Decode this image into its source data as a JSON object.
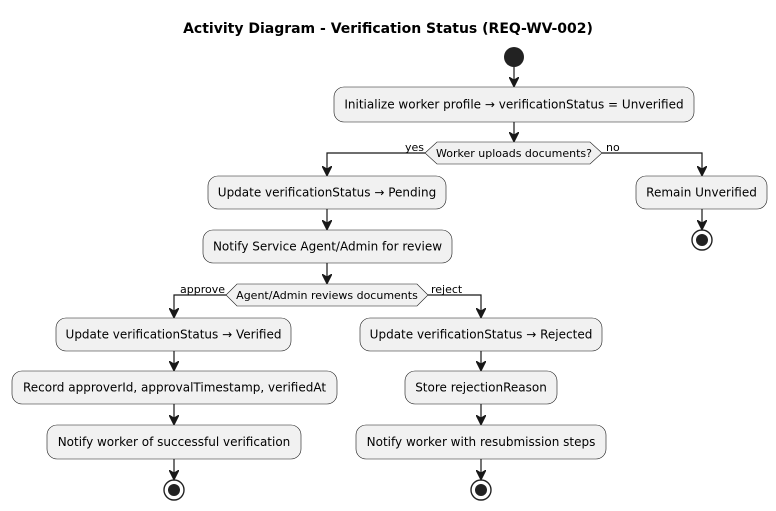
{
  "title": "Activity Diagram - Verification Status (REQ-WV-002)",
  "nodes": {
    "init": "Initialize worker profile → verificationStatus = Unverified",
    "upload_decision": "Worker uploads documents?",
    "pending": "Update verificationStatus → Pending",
    "notify_review": "Notify Service Agent/Admin for review",
    "review_decision": "Agent/Admin reviews documents",
    "verified": "Update verificationStatus → Verified",
    "record": "Record approverId, approvalTimestamp, verifiedAt",
    "notify_success": "Notify worker of successful verification",
    "rejected": "Update verificationStatus → Rejected",
    "store_reason": "Store rejectionReason",
    "notify_resubmit": "Notify worker with resubmission steps",
    "remain": "Remain Unverified"
  },
  "guards": {
    "yes": "yes",
    "no": "no",
    "approve": "approve",
    "reject": "reject"
  }
}
